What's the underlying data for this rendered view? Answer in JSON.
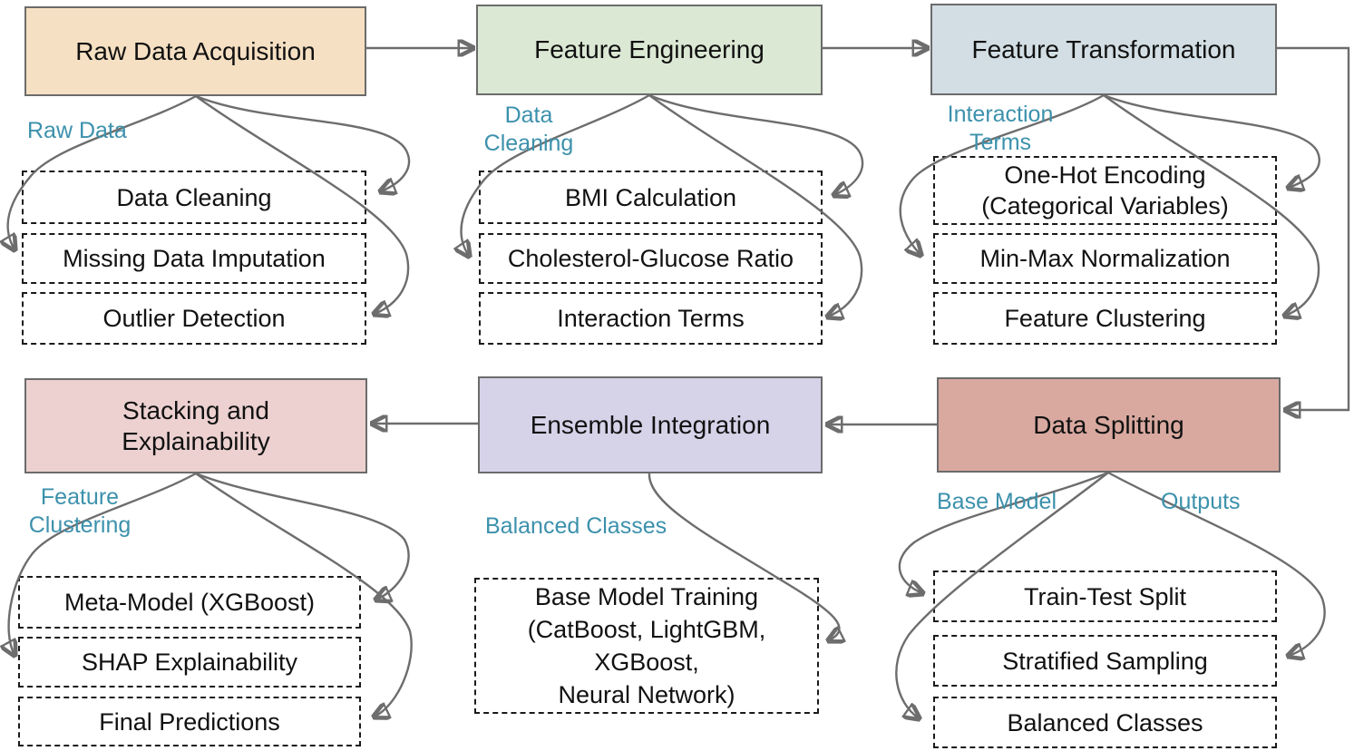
{
  "flow_order": [
    "Raw Data Acquisition",
    "Feature Engineering",
    "Feature Transformation",
    "Data Splitting",
    "Ensemble Integration",
    "Stacking and Explainability"
  ],
  "stages": [
    {
      "title": "Raw Data Acquisition",
      "fill": "#f6e0c3",
      "edge_label": "Raw Data",
      "substeps": [
        "Data Cleaning",
        "Missing Data Imputation",
        "Outlier Detection"
      ]
    },
    {
      "title": "Feature Engineering",
      "fill": "#dbe8d4",
      "edge_label": "Data\nCleaning",
      "substeps": [
        "BMI Calculation",
        "Cholesterol-Glucose Ratio",
        "Interaction Terms"
      ]
    },
    {
      "title": "Feature Transformation",
      "fill": "#d2dee3",
      "edge_label": "Interaction\nTerms",
      "substeps": [
        "One-Hot Encoding\n(Categorical Variables)",
        "Min-Max Normalization",
        "Feature Clustering"
      ]
    },
    {
      "title": "Data Splitting",
      "fill": "#d9a9a0",
      "edge_label_left": "Base Model",
      "edge_label_right": "Outputs",
      "substeps": [
        "Train-Test Split",
        "Stratified Sampling",
        "Balanced Classes"
      ]
    },
    {
      "title": "Ensemble Integration",
      "fill": "#d6d2e8",
      "edge_label": "Balanced Classes",
      "substeps": [
        "Base Model Training\n(CatBoost, LightGBM,\nXGBoost,\nNeural Network)"
      ]
    },
    {
      "title": "Stacking and\nExplainability",
      "fill": "#ecd1d0",
      "edge_label": "Feature\nClustering",
      "substeps": [
        "Meta-Model (XGBoost)",
        "SHAP Explainability",
        "Final Predictions"
      ]
    }
  ],
  "colors": {
    "edge_label_text": "#3c91ac",
    "arrow": "#6d6d6d",
    "stage_border": "#6b6b6b",
    "substep_border": "#1a1a1a",
    "text": "#111111",
    "background": "#ffffff"
  }
}
